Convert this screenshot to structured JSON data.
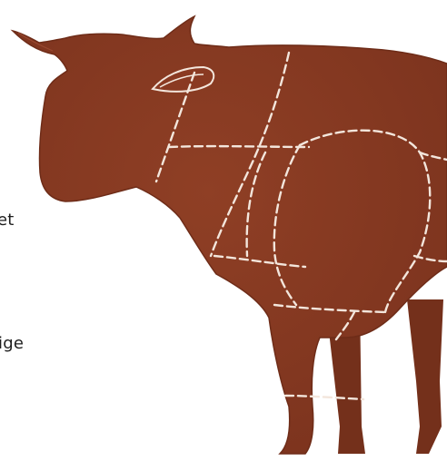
{
  "labels": {
    "partial_1": "et",
    "partial_2": "ige"
  },
  "illustration": {
    "subject": "cow-silhouette-with-meat-cut-lines",
    "body_color": "#8a3a22",
    "edge_color": "#6e2c18",
    "cut_line_color": "#f3e6dc"
  }
}
